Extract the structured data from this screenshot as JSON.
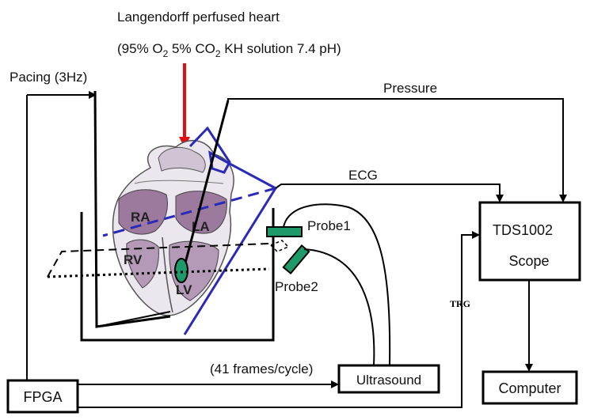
{
  "title": "Langendorff perfused heart",
  "solution": {
    "open": "(95% O",
    "o2_sub": "2",
    "mid": " 5% CO",
    "co2_sub": "2",
    "rest": "   KH solution  7.4 pH)"
  },
  "labels": {
    "pacing": "Pacing (3Hz)",
    "pressure": "Pressure",
    "ecg": "ECG",
    "probe1": "Probe1",
    "probe2": "Probe2",
    "frames": "(41 frames/cycle)",
    "trg": "TRG"
  },
  "boxes": {
    "scope_line1": "TDS1002",
    "scope_line2": "Scope",
    "computer": "Computer",
    "ultrasound": "Ultrasound",
    "fpga": "FPGA"
  },
  "heart": {
    "ra": "RA",
    "la": "LA",
    "rv": "RV",
    "lv": "LV"
  },
  "colors": {
    "arrow_red": "#e01010",
    "ecg_blue": "#2a2ab8",
    "probe_green": "#1e9a6a",
    "heart_purple": "#9b7a9e"
  }
}
